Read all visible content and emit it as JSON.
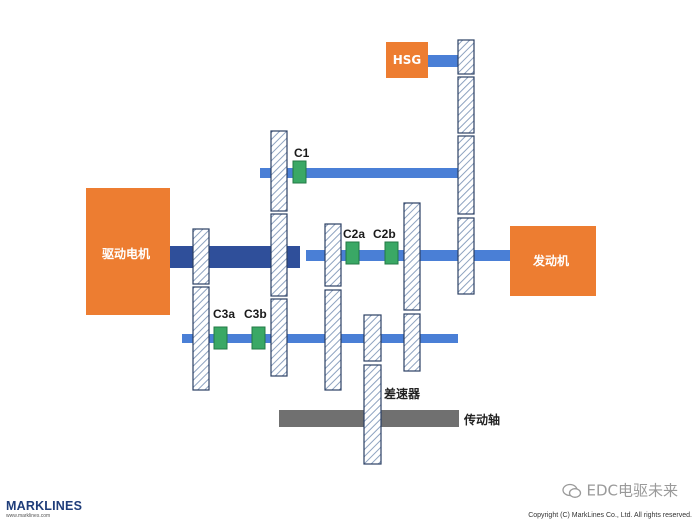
{
  "labels": {
    "hsg": "HSG",
    "drive_motor": "驱动电机",
    "engine": "发动机",
    "differential": "差速器",
    "drive_shaft": "传动轴"
  },
  "clutches": {
    "c1": "C1",
    "c2a": "C2a",
    "c2b": "C2b",
    "c3a": "C3a",
    "c3b": "C3b"
  },
  "footer": {
    "logo": "MARKLINES",
    "logo_sub": "www.marklines.com",
    "watermark": "EDC电驱未来",
    "copyright": "Copyright (C) MarkLines Co., Ltd. All rights reserved."
  },
  "colors": {
    "orange": "#ed7d31",
    "blue_shaft": "#4a7fd6",
    "dark_shaft": "#2f4f9a",
    "clutch_green": "#3aa865",
    "hatch": "#8da2c0",
    "grey_shaft": "#707070"
  }
}
